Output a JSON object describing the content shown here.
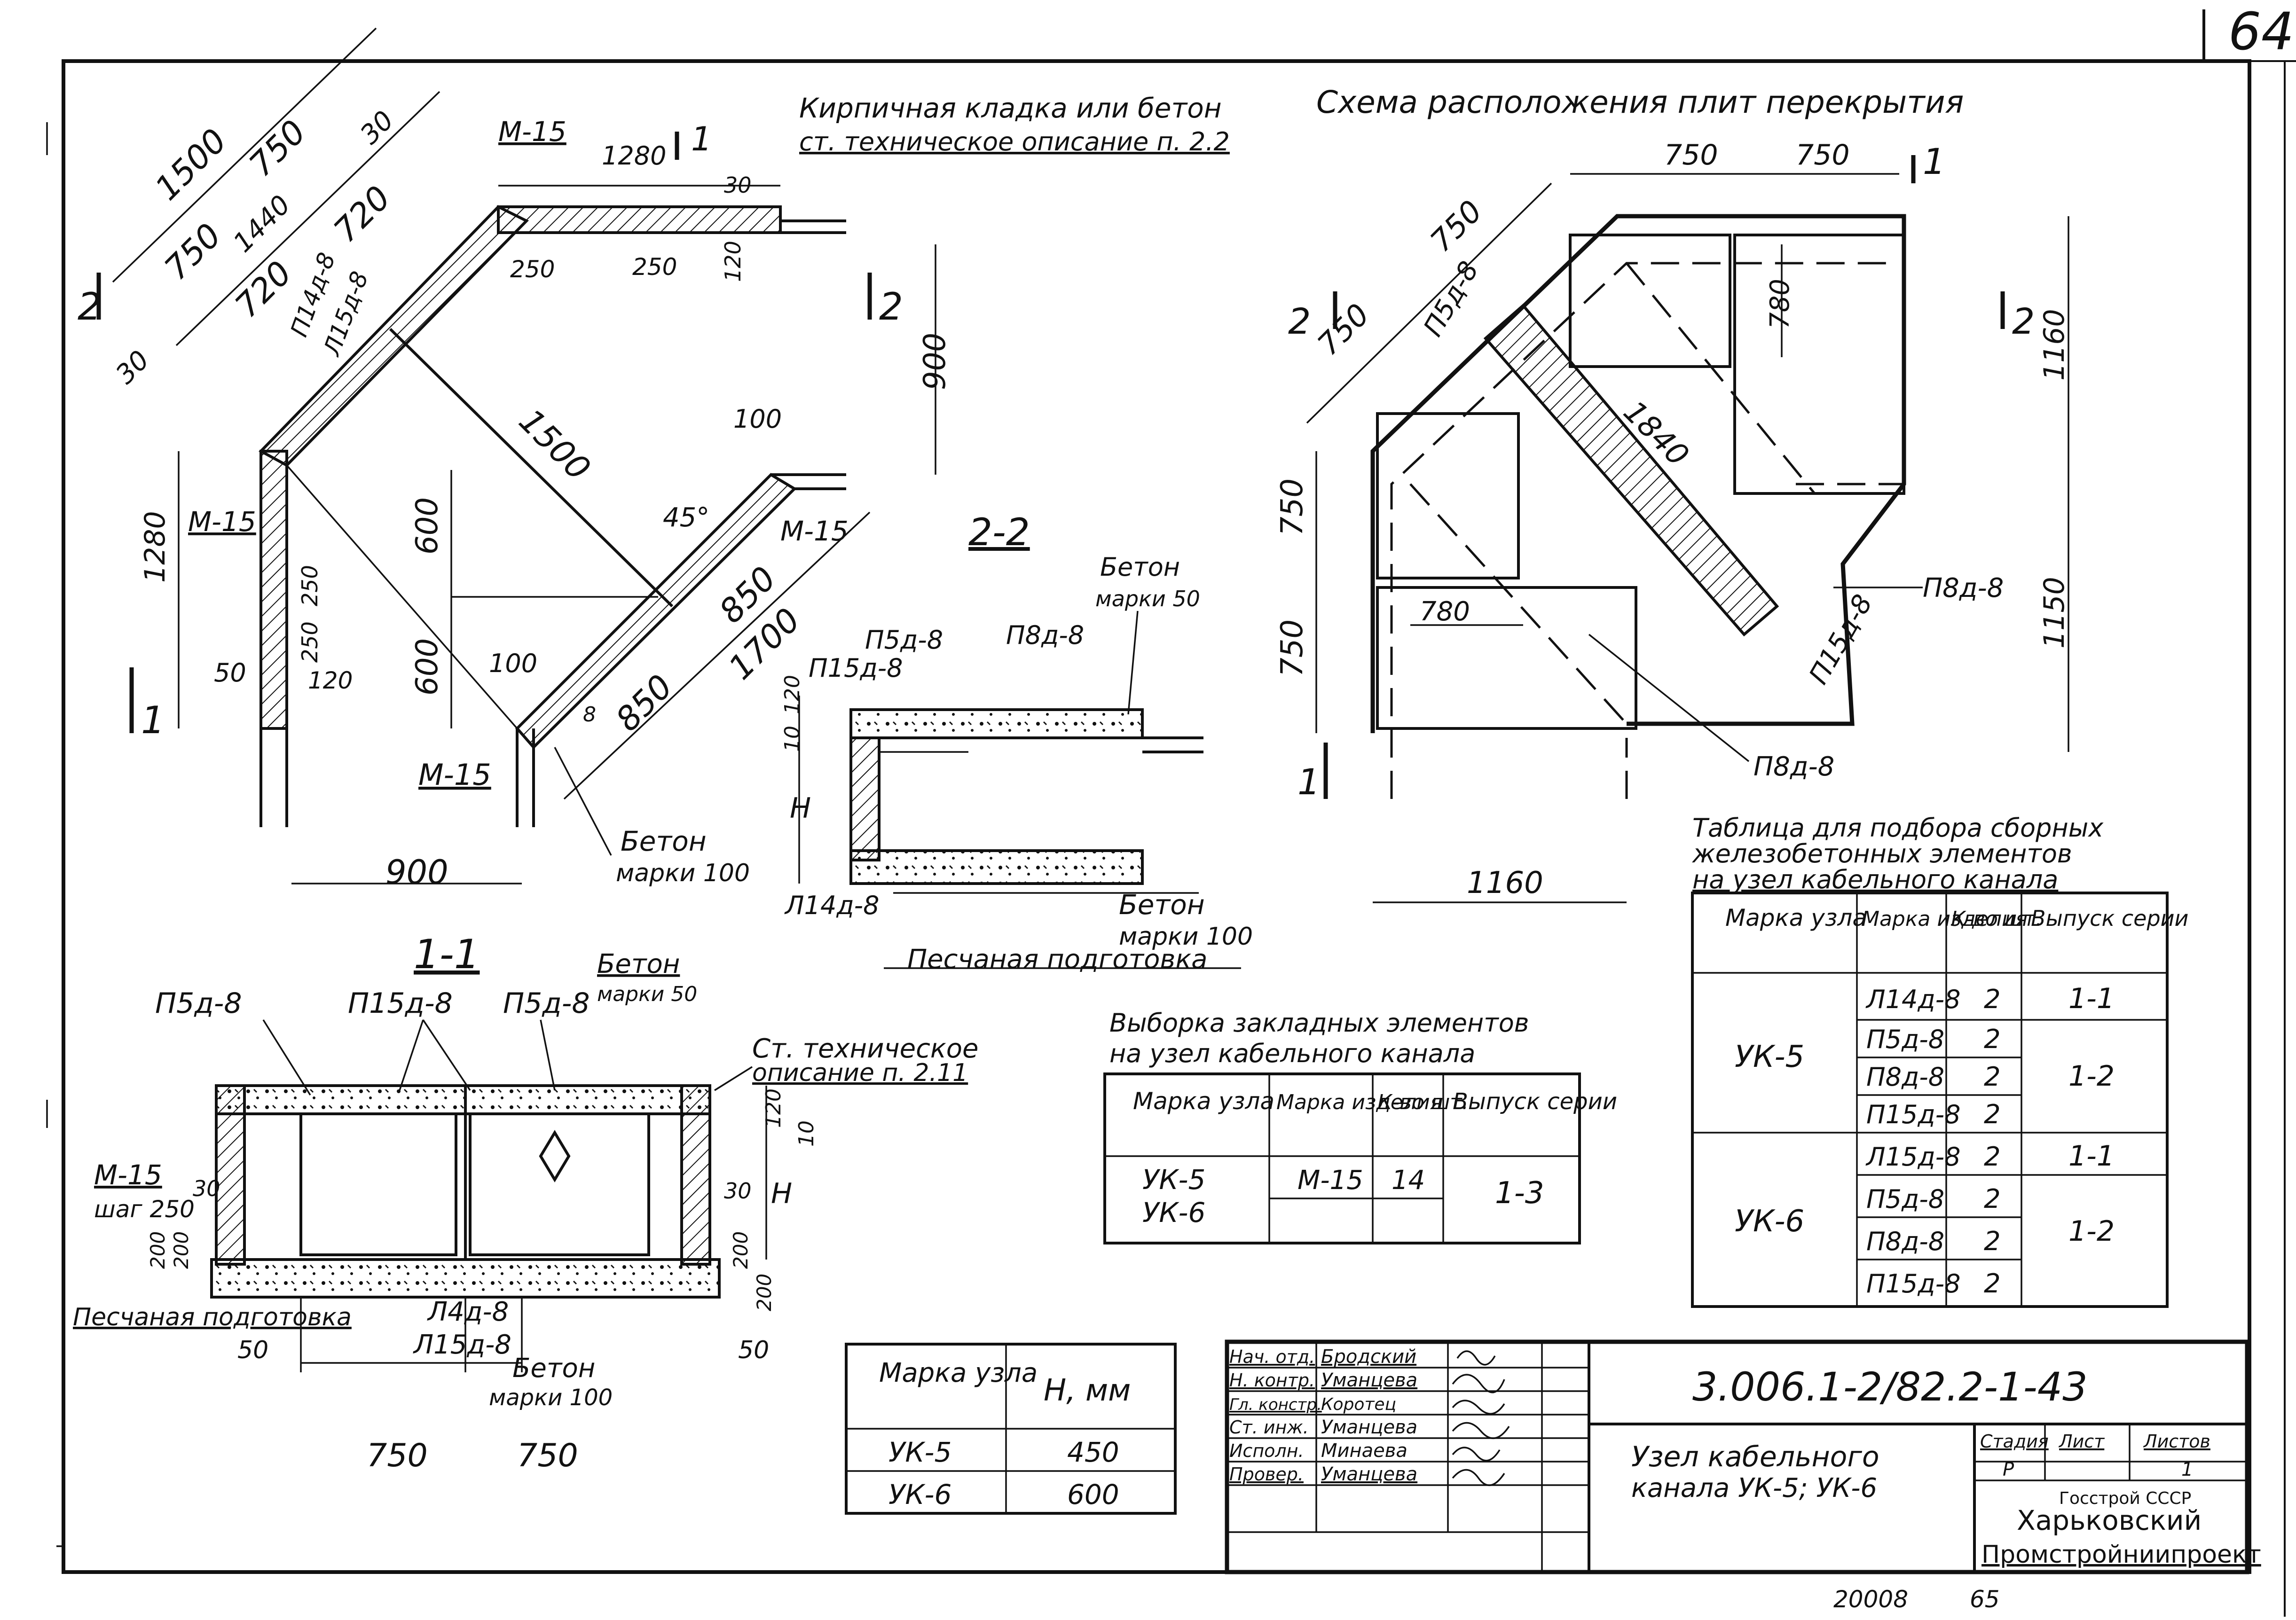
{
  "sheet_number": "64",
  "plan": {
    "note_line1": "Кирпичная кладка или бетон",
    "note_line2": "ст. техническое описание п. 2.2",
    "dims": [
      "1500",
      "750",
      "30",
      "750",
      "1440",
      "720",
      "720",
      "30",
      "1280",
      "250",
      "250",
      "120",
      "30",
      "900",
      "100",
      "1500",
      "45°",
      "600",
      "600",
      "850",
      "850",
      "1700",
      "100",
      "1280",
      "250",
      "250",
      "50",
      "120",
      "8",
      "900"
    ],
    "marks": [
      "М-15",
      "П14д-8",
      "Л15д-8",
      "М-15",
      "М-15",
      "М-15"
    ],
    "section_marks": [
      "1",
      "1",
      "2",
      "2"
    ],
    "concrete_label_1": "Бетон",
    "concrete_label_2": "марки 100"
  },
  "layout_scheme": {
    "title": "Схема расположения плит перекрытия",
    "dims": [
      "750",
      "750",
      "750",
      "750",
      "780",
      "1160",
      "1840",
      "750",
      "750",
      "780",
      "1150",
      "1160"
    ],
    "marks": [
      "П5д-8",
      "П8д-8",
      "П15д-8",
      "П8д-8"
    ],
    "section_marks": [
      "1",
      "1",
      "2",
      "2"
    ]
  },
  "section_2_2": {
    "title": "2-2",
    "labels": [
      "П5д-8",
      "П8д-8",
      "П15д-8",
      "Л14д-8"
    ],
    "dims": [
      "120",
      "10",
      "Н"
    ],
    "concrete_top_1": "Бетон",
    "concrete_top_2": "марки 50",
    "concrete_bot_1": "Бетон",
    "concrete_bot_2": "марки 100",
    "sand": "Песчаная подготовка"
  },
  "section_1_1": {
    "title": "1-1",
    "labels": [
      "П5д-8",
      "П15д-8",
      "П5д-8",
      "Л4д-8",
      "Л15д-8"
    ],
    "concrete_top_1": "Бетон",
    "concrete_top_2": "марки 50",
    "note_1": "Ст. техническое",
    "note_2": "описание п. 2.11",
    "m15": "М-15",
    "step": "шаг 250",
    "sand": "Песчаная подготовка",
    "concrete_bot_1": "Бетон",
    "concrete_bot_2": "марки 100",
    "dims": [
      "30",
      "200",
      "200",
      "50",
      "750",
      "750",
      "50",
      "120",
      "10",
      "30",
      "Н",
      "200",
      "200"
    ]
  },
  "embedded_table": {
    "title_1": "Выборка закладных элементов",
    "title_2": "на узел кабельного канала",
    "headers": [
      "Марка узла",
      "Марка изделия",
      "К-во шт.",
      "Выпуск серии"
    ],
    "rows": [
      [
        "УК-5",
        "М-15",
        "14",
        "1-3"
      ],
      [
        "УК-6",
        "",
        "",
        ""
      ]
    ]
  },
  "precast_table": {
    "title_1": "Таблица для подбора сборных",
    "title_2": "железобетонных элементов",
    "title_3": "на узел кабельного канала",
    "headers": [
      "Марка узла",
      "Марка изделия",
      "К-во шт.",
      "Выпуск серии"
    ],
    "groups": [
      {
        "node": "УК-5",
        "items": [
          [
            "Л14д-8",
            "2"
          ],
          [
            "П5д-8",
            "2"
          ],
          [
            "П8д-8",
            "2"
          ],
          [
            "П15д-8",
            "2"
          ]
        ],
        "series": [
          "1-1",
          "1-2"
        ]
      },
      {
        "node": "УК-6",
        "items": [
          [
            "Л15д-8",
            "2"
          ],
          [
            "П5д-8",
            "2"
          ],
          [
            "П8д-8",
            "2"
          ],
          [
            "П15д-8",
            "2"
          ]
        ],
        "series": [
          "1-1",
          "1-2"
        ]
      }
    ]
  },
  "height_table": {
    "headers": [
      "Марка узла",
      "Н, мм"
    ],
    "rows": [
      [
        "УК-5",
        "450"
      ],
      [
        "УК-6",
        "600"
      ]
    ]
  },
  "title_block": {
    "roles": [
      "Нач. отд.",
      "Н. контр.",
      "Гл. констр.",
      "Ст. инж.",
      "Исполн.",
      "Провер."
    ],
    "names": [
      "Бродский",
      "Уманцева",
      "Коротец",
      "Уманцева",
      "Минаева",
      "Уманцева"
    ],
    "designation": "3.006.1-2/82.2-1-43",
    "title_1": "Узел кабельного",
    "title_2": "канала УК-5; УК-6",
    "stage_h": "Стадия",
    "sheet_h": "Лист",
    "sheets_h": "Листов",
    "stage": "Р",
    "sheets": "1",
    "org_1": "Госстрой СССР",
    "org_2": "Харьковский",
    "org_3": "Промстройниипроект"
  },
  "footer": {
    "code": "20008",
    "page": "65"
  }
}
